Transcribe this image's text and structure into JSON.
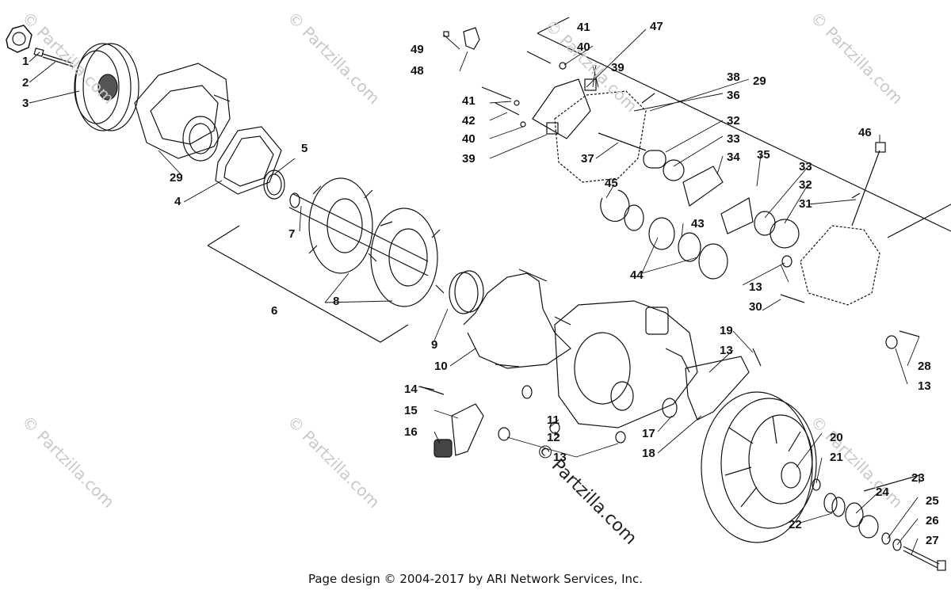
{
  "diagram": {
    "callouts": {
      "c1": "1",
      "c2": "2",
      "c3": "3",
      "c4": "4",
      "c5": "5",
      "c6": "6",
      "c7": "7",
      "c8": "8",
      "c9": "9",
      "c10": "10",
      "c11": "11",
      "c12": "12",
      "c13a": "13",
      "c13b": "13",
      "c13c": "13",
      "c13d": "13",
      "c14": "14",
      "c15": "15",
      "c16": "16",
      "c17": "17",
      "c18": "18",
      "c19": "19",
      "c20": "20",
      "c21": "21",
      "c22": "22",
      "c23": "23",
      "c24": "24",
      "c25": "25",
      "c26": "26",
      "c27": "27",
      "c28": "28",
      "c29a": "29",
      "c29b": "29",
      "c30": "30",
      "c31": "31",
      "c32a": "32",
      "c32b": "32",
      "c33a": "33",
      "c33b": "33",
      "c34": "34",
      "c35": "35",
      "c36": "36",
      "c37": "37",
      "c38": "38",
      "c39a": "39",
      "c39b": "39",
      "c40a": "40",
      "c40b": "40",
      "c41a": "41",
      "c41b": "41",
      "c42": "42",
      "c43": "43",
      "c44": "44",
      "c45": "45",
      "c46": "46",
      "c47": "47",
      "c48": "48",
      "c49": "49"
    }
  },
  "watermark": {
    "small": "© Partzilla.com",
    "center": "© Partzilla.com"
  },
  "footer": {
    "text": "Page design © 2004-2017 by ARI Network Services, Inc."
  }
}
